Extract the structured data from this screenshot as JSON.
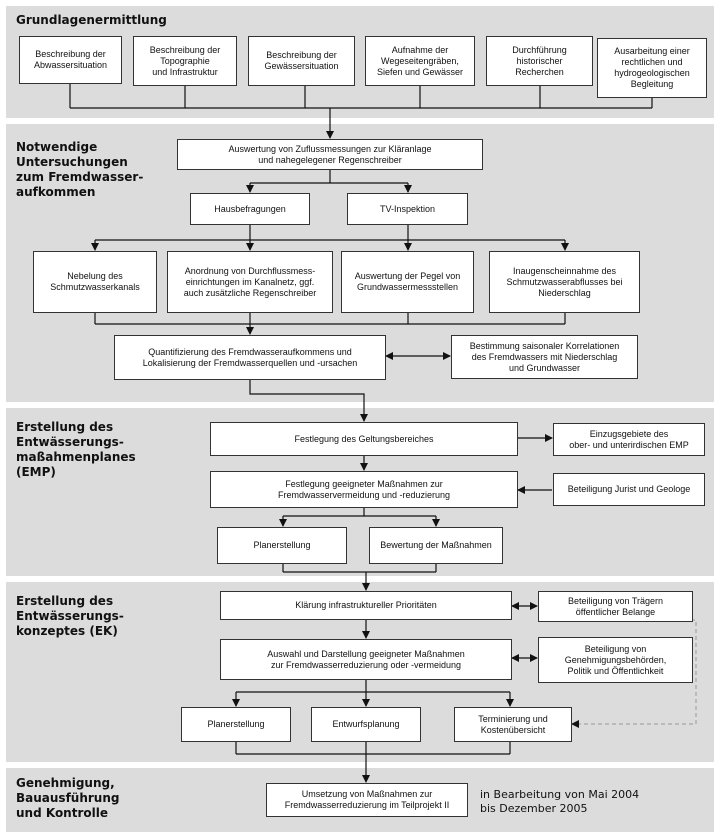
{
  "sections": {
    "s1": "Grundlagenermittlung",
    "s2": "Notwendige\nUntersuchungen\nzum Fremdwasser-\naufkommen",
    "s3": "Erstellung des\nEntwässerungs-\nmaßahmenplanes\n(EMP)",
    "s4": "Erstellung des\nEntwässerungs-\nkonzeptes (EK)",
    "s5": "Genehmigung,\nBauausführung\nund Kontrolle"
  },
  "boxes": {
    "g1": "Beschreibung der\nAbwassersituation",
    "g2": "Beschreibung der\nTopographie\nund Infrastruktur",
    "g3": "Beschreibung der\nGewässersituation",
    "g4": "Aufnahme der\nWegeseitengräben,\nSiefen und Gewässer",
    "g5": "Durchführung\nhistorischer\nRecherchen",
    "g6": "Ausarbeitung einer\nrechtlichen und\nhydrogeologischen\nBegleitung",
    "n1": "Auswertung von Zuflussmessungen zur Kläranlage\nund nahegelegener Regenschreiber",
    "n2": "Hausbefragungen",
    "n3": "TV-Inspektion",
    "n4": "Nebelung des\nSchmutzwasserkanals",
    "n5": "Anordnung von Durchflussmess-\neinrichtungen im Kanalnetz, ggf.\nauch zusätzliche Regenschreiber",
    "n6": "Auswertung der Pegel von\nGrundwassermessstellen",
    "n7": "Inaugenscheinnahme des\nSchmutzwasserabflusses bei\nNiederschlag",
    "n8": "Quantifizierung des Fremdwasseraufkommens und\nLokalisierung der Fremdwasserquellen und -ursachen",
    "n9": "Bestimmung saisonaler Korrelationen\ndes Fremdwassers mit Niederschlag\nund Grundwasser",
    "e1": "Festlegung des Geltungsbereiches",
    "e2": "Einzugsgebiete des\nober- und unterirdischen EMP",
    "e3": "Festlegung geeigneter Maßnahmen zur\nFremdwasservermeidung und -reduzierung",
    "e4": "Beteiligung Jurist und Geologe",
    "e5": "Planerstellung",
    "e6": "Bewertung der Maßnahmen",
    "k1": "Klärung infrastruktureller Prioritäten",
    "k2": "Beteiligung von Trägern\nöffentlicher Belange",
    "k3": "Auswahl und Darstellung geeigneter Maßnahmen\nzur Fremdwasserreduzierung oder -vermeidung",
    "k4": "Beteiligung von\nGenehmigungsbehörden,\nPolitik und Öffentlichkeit",
    "k5": "Planerstellung",
    "k6": "Entwurfsplanung",
    "k7": "Terminierung und\nKostenübersicht",
    "u1": "Umsetzung von Maßnahmen zur\nFremdwasserreduzierung im Teilprojekt II"
  },
  "note": "in Bearbeitung von Mai 2004\nbis Dezember 2005"
}
